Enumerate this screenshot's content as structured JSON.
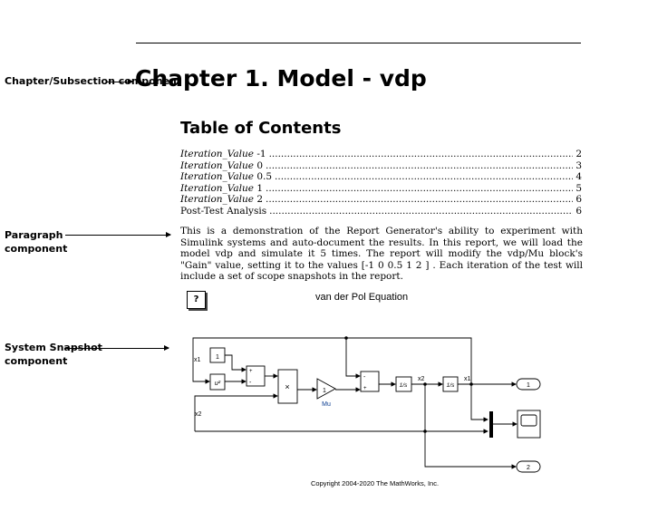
{
  "annotations": {
    "chapter": "Chapter/Subsection component",
    "paragraph": "Paragraph component",
    "snapshot": "System Snapshot component"
  },
  "chapter_title": "Chapter 1. Model - vdp",
  "toc": {
    "title": "Table of Contents",
    "entries": [
      {
        "italic": "Iteration_Value",
        "value": "-1",
        "page": "2"
      },
      {
        "italic": "Iteration_Value",
        "value": "0",
        "page": "3"
      },
      {
        "italic": "Iteration_Value",
        "value": "0.5",
        "page": "4"
      },
      {
        "italic": "Iteration_Value",
        "value": "1",
        "page": "5"
      },
      {
        "italic": "Iteration_Value",
        "value": "2",
        "page": "6"
      },
      {
        "italic": "",
        "value": "Post-Test Analysis",
        "page": "6"
      }
    ]
  },
  "paragraph": "This is a demonstration of the Report Generator's ability to experiment with Simulink systems and auto-document the results. In this report, we will load the model vdp and simulate it 5 times. The report will modify the vdp/Mu block's \"Gain\" value, setting it to the values [-1 0 0.5 1 2 ] . Each iteration of the test will include a set of scope snapshots in the report.",
  "diagram": {
    "help_button": "?",
    "title": "van der Pol Equation",
    "const": "1",
    "square": "u²",
    "product": "×",
    "gain": "1",
    "gain_name": "Mu",
    "integrator": "1/s",
    "sig_x1": "x1",
    "sig_x2": "x2",
    "out1": "1",
    "out2": "2",
    "plus": "+",
    "minus": "-",
    "copyright": "Copyright 2004-2020 The MathWorks, Inc."
  }
}
